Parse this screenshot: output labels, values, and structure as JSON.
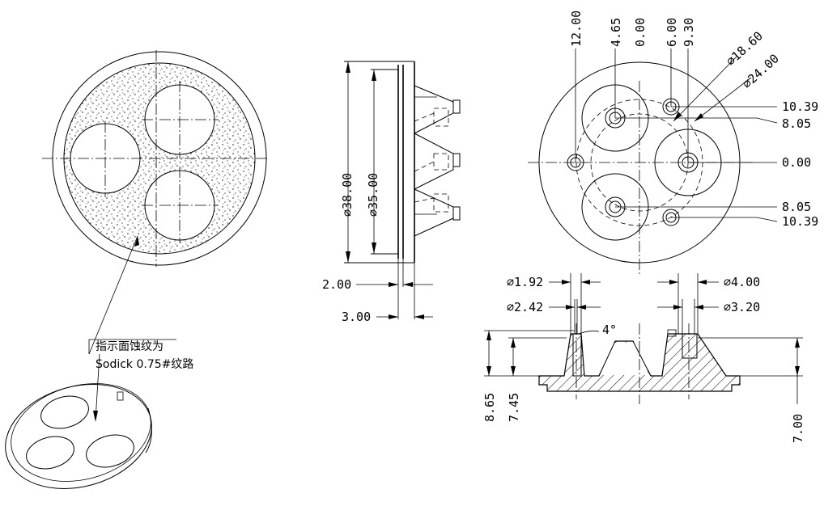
{
  "labels": {
    "d38": "⌀38.00",
    "d35": "⌀35.00",
    "t200": "2.00",
    "t300": "3.00",
    "x1200": "12.00",
    "x465": "4.65",
    "x000": "0.00",
    "x600": "6.00",
    "x930": "9.30",
    "d1860": "⌀18.60",
    "d2400": "⌀24.00",
    "y1039a": "10.39",
    "y805a": "8.05",
    "y000": "0.00",
    "y805b": "8.05",
    "y1039b": "10.39",
    "d192": "⌀1.92",
    "d242": "⌀2.42",
    "d400": "⌀4.00",
    "d320": "⌀3.20",
    "ang4": "4°",
    "h865": "8.65",
    "h745": "7.45",
    "h700": "7.00"
  },
  "note": {
    "line1": "指示面蚀纹为",
    "line2": "Sodick 0.75#纹路"
  }
}
